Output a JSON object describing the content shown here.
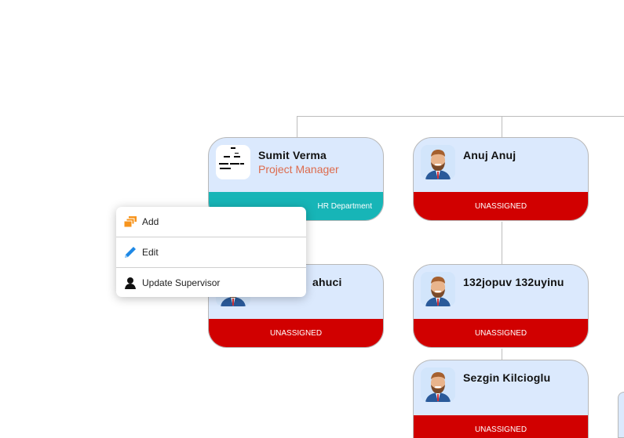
{
  "context_menu": {
    "items": [
      {
        "label": "Add",
        "icon": "add-layers-icon"
      },
      {
        "label": "Edit",
        "icon": "pencil-icon"
      },
      {
        "label": "Update Supervisor",
        "icon": "person-icon"
      }
    ]
  },
  "nodes": [
    {
      "name": "Sumit Verma",
      "role": "Project Manager",
      "department": "HR Department",
      "footer_color": "#17b5b7"
    },
    {
      "name": "Anuj Anuj",
      "role": "",
      "department": "UNASSIGNED",
      "footer_color": "#d10000"
    },
    {
      "name": "ahuci",
      "role": "",
      "department": "UNASSIGNED",
      "footer_color": "#d10000"
    },
    {
      "name": "132jopuv 132uyinu",
      "role": "",
      "department": "UNASSIGNED",
      "footer_color": "#d10000"
    },
    {
      "name": "Sezgin Kilcioglu",
      "role": "",
      "department": "UNASSIGNED",
      "footer_color": "#d10000"
    }
  ]
}
